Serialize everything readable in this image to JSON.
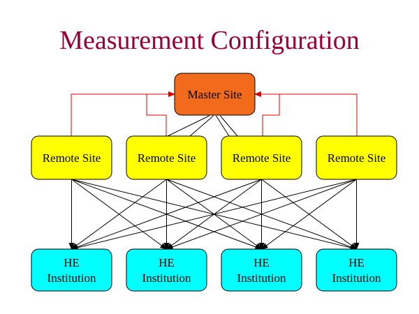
{
  "title": "Measurement Configuration",
  "colors": {
    "title": "#990033",
    "master_fill": "#f26a1b",
    "remote_fill": "#ffff00",
    "institution_fill": "#00ffff",
    "red_edge": "#e00000",
    "black_edge": "#000000"
  },
  "master": {
    "label": "Master Site"
  },
  "remotes": [
    {
      "label": "Remote Site"
    },
    {
      "label": "Remote Site"
    },
    {
      "label": "Remote Site"
    },
    {
      "label": "Remote Site"
    }
  ],
  "institutions": [
    {
      "line1": "HE",
      "line2": "Institution"
    },
    {
      "line1": "HE",
      "line2": "Institution"
    },
    {
      "line1": "HE",
      "line2": "Institution"
    },
    {
      "line1": "HE",
      "line2": "Institution"
    }
  ]
}
